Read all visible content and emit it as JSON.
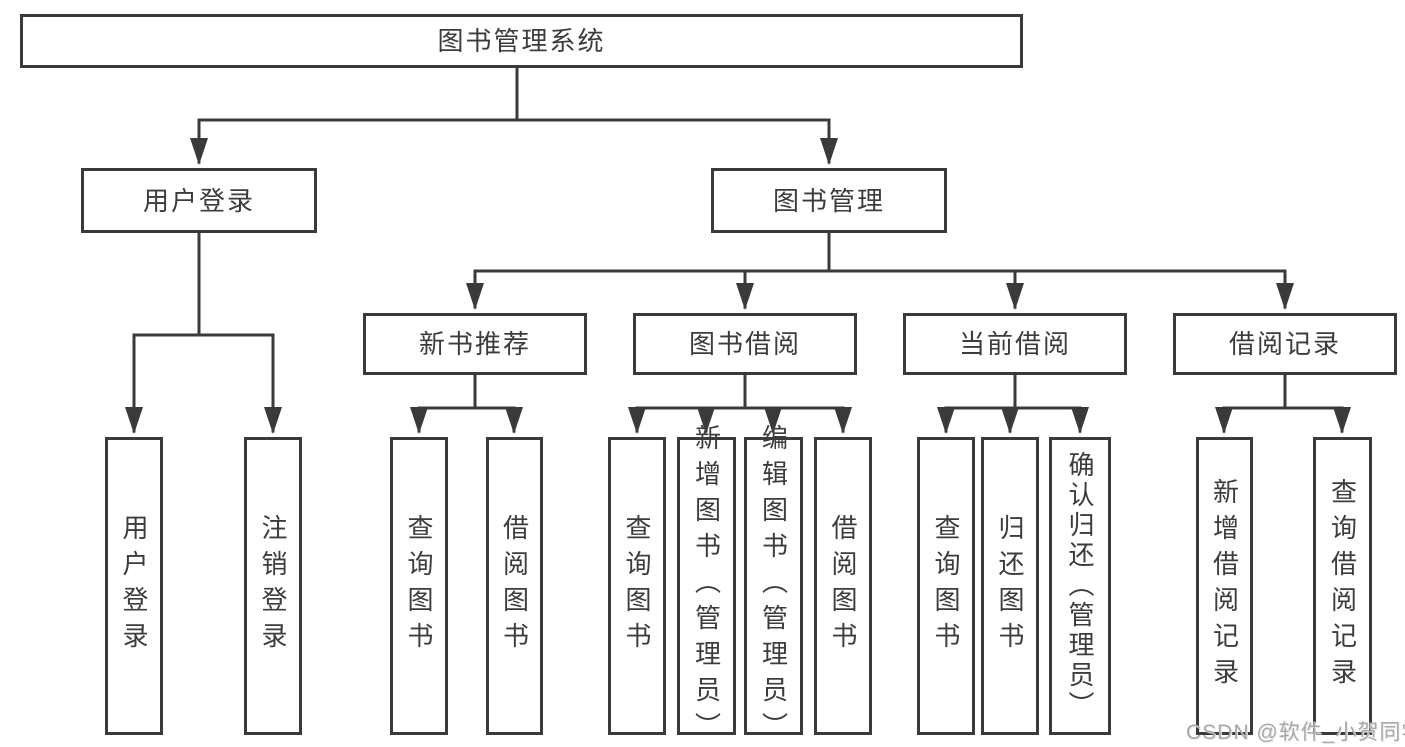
{
  "tree": {
    "root": {
      "label": "图书管理系统"
    },
    "branches": [
      {
        "label": "用户登录",
        "children": [
          {
            "label": "用户登录"
          },
          {
            "label": "注销登录"
          }
        ]
      },
      {
        "label": "图书管理",
        "children": [
          {
            "label": "新书推荐",
            "children": [
              {
                "label": "查询图书"
              },
              {
                "label": "借阅图书"
              }
            ]
          },
          {
            "label": "图书借阅",
            "children": [
              {
                "label": "查询图书"
              },
              {
                "label": "新增图书（管理员）"
              },
              {
                "label": "编辑图书（管理员）"
              },
              {
                "label": "借阅图书"
              }
            ]
          },
          {
            "label": "当前借阅",
            "children": [
              {
                "label": "查询图书"
              },
              {
                "label": "归还图书"
              },
              {
                "label": "确认归还（管理员）"
              }
            ]
          },
          {
            "label": "借阅记录",
            "children": [
              {
                "label": "新增借阅记录"
              },
              {
                "label": "查询借阅记录"
              }
            ]
          }
        ]
      }
    ]
  },
  "watermark": {
    "text": "CSDN @软件_小贺同学"
  },
  "colors": {
    "line": "#3a3a3a",
    "text": "#3c3c3c",
    "background": "#ffffff",
    "watermark": "#a9a9a9"
  }
}
